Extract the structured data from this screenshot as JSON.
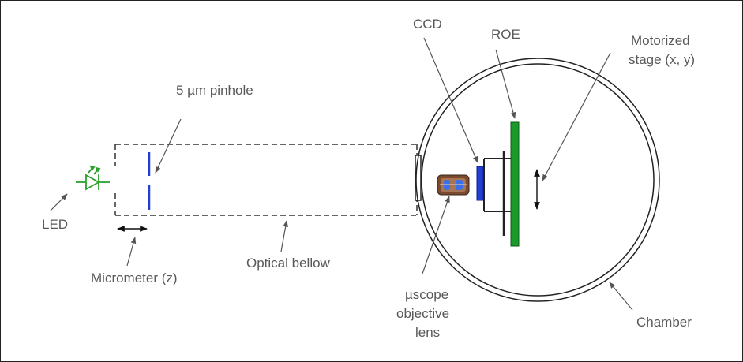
{
  "labels": {
    "pinhole": "5 µm pinhole",
    "led": "LED",
    "micrometer": "Micrometer (z)",
    "bellow": "Optical bellow",
    "ccd": "CCD",
    "roe": "ROE",
    "stage_line1": "Motorized",
    "stage_line2": "stage (x, y)",
    "lens_line1": "µscope",
    "lens_line2": "objective",
    "lens_line3": "lens",
    "chamber": "Chamber"
  },
  "colors": {
    "led": "#2ca02c",
    "pinhole": "#1f3fd6",
    "ccd": "#1f3fd6",
    "roe": "#1a9a2a",
    "lens_body": "#8a5a3a",
    "lens_glass": "#3a6ff0",
    "text": "#595959",
    "lines": "#333333"
  },
  "icons": [
    "led-diode-icon",
    "pinhole-aperture-icon",
    "objective-lens-icon",
    "double-arrow-icon"
  ]
}
